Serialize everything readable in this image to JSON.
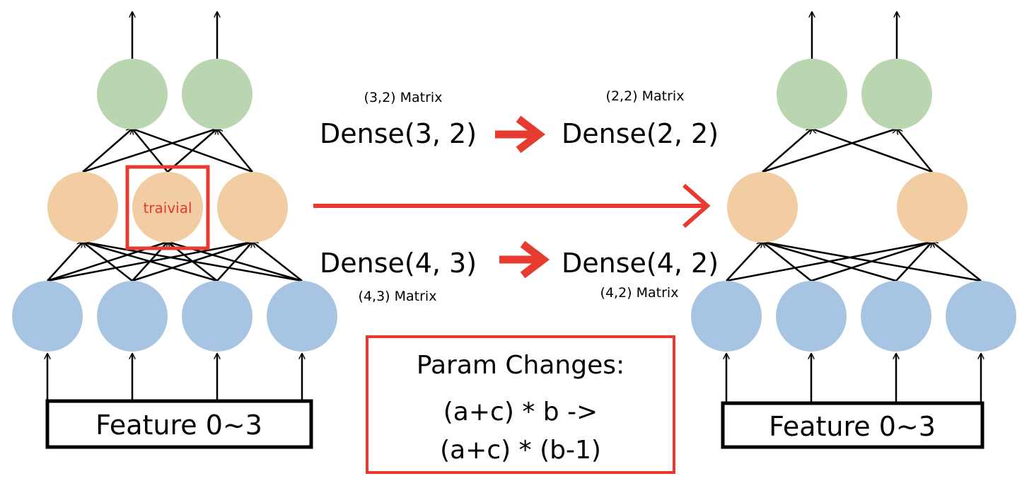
{
  "colors": {
    "input_node": "#a7c4e3",
    "hidden_node": "#f2cca2",
    "output_node": "#bad6b0",
    "highlight": "#e63b2e",
    "line": "#000000"
  },
  "left_network": {
    "feature_label": "Feature 0~3",
    "trivial_label": "traivial"
  },
  "right_network": {
    "feature_label": "Feature 0~3"
  },
  "transforms": {
    "top": {
      "from_matrix": "(3,2) Matrix",
      "from_layer": "Dense(3, 2)",
      "to_matrix": "(2,2) Matrix",
      "to_layer": "Dense(2, 2)"
    },
    "bottom": {
      "from_layer": "Dense(4, 3)",
      "from_matrix": "(4,3) Matrix",
      "to_layer": "Dense(4, 2)",
      "to_matrix": "(4,2) Matrix"
    }
  },
  "param_box": {
    "title": "Param Changes:",
    "line1": "(a+c) * b ->",
    "line2": "(a+c) * (b-1)"
  }
}
